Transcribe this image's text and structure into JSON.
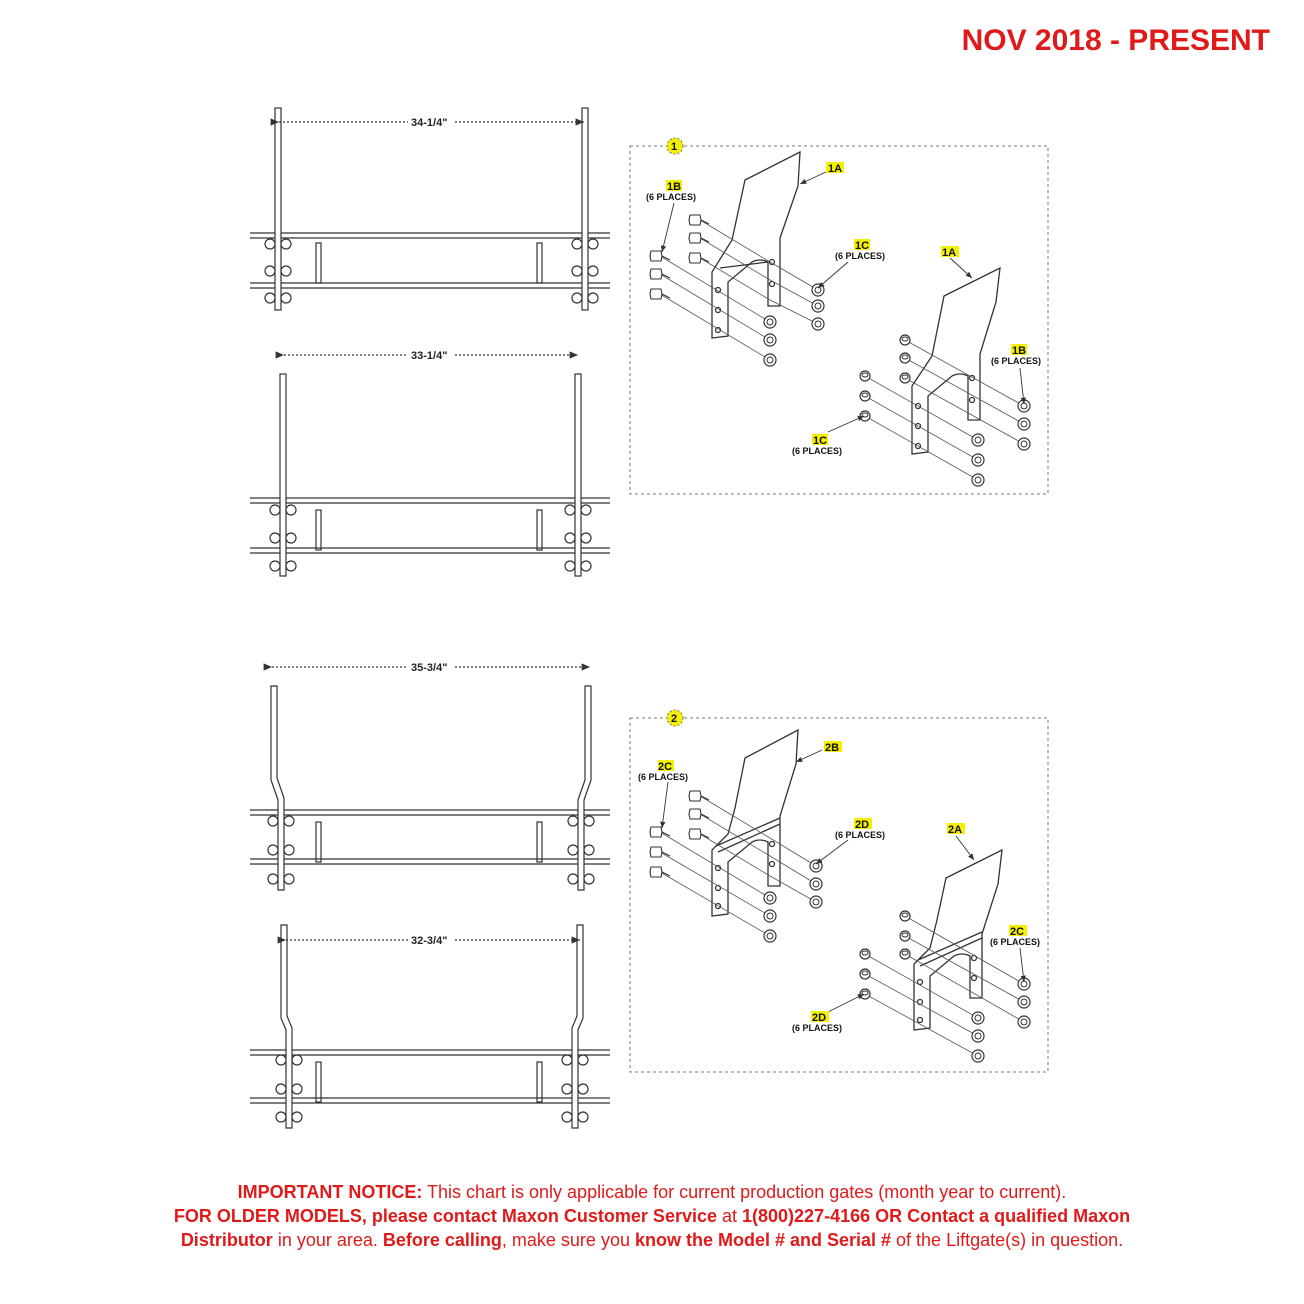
{
  "header": {
    "date_range": "NOV 2018 - PRESENT"
  },
  "dimensions": [
    "34-1/4\"",
    "33-1/4\"",
    "35-3/4\"",
    "32-3/4\""
  ],
  "kit1": {
    "number": "1",
    "labels": {
      "part_1a": "1A",
      "part_1b": "1B",
      "part_1c": "1C"
    },
    "places": "(6 PLACES)"
  },
  "kit2": {
    "number": "2",
    "labels": {
      "part_2a": "2A",
      "part_2b": "2B",
      "part_2c": "2C",
      "part_2d": "2D"
    },
    "places": "(6 PLACES)"
  },
  "notice": {
    "l1_bold": "IMPORTANT NOTICE:",
    "l1_text": " This chart is only applicable for current production gates (month year to current).",
    "l2_bold": "FOR OLDER MODELS, please contact Maxon Customer Service",
    "l2_text": " at ",
    "l2_bold2": "1(800)227-4166 OR Contact a qualified Maxon",
    "l3_bold": "Distributor",
    "l3_text": " in your area. ",
    "l3_bold2": "Before calling",
    "l3_text2": ", make sure you ",
    "l3_bold3": "know the Model # and Serial #",
    "l3_text3": " of the Liftgate(s) in question."
  },
  "colors": {
    "accent": "#e01a1a",
    "highlight": "#f5f000",
    "line": "#333333"
  }
}
